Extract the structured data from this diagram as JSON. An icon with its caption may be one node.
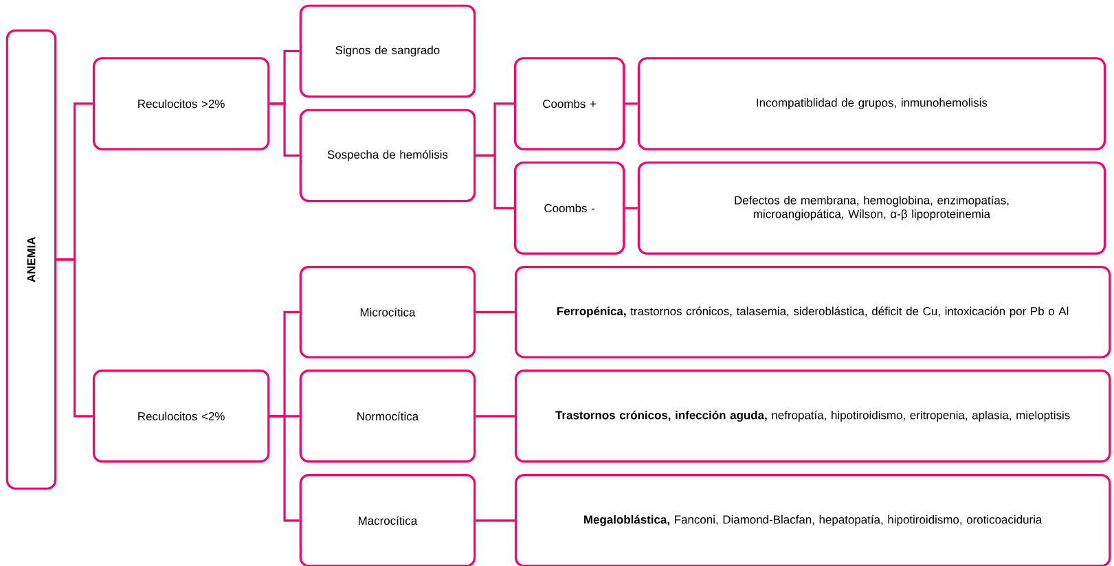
{
  "diagram": {
    "nodes": [
      {
        "text": [
          "ANEMIA"
        ]
      },
      {
        "text": [
          "Reculocitos >2%"
        ]
      },
      {
        "text": [
          "Signos de sangrado"
        ]
      },
      {
        "text": [
          "Sospecha de hemólisis"
        ]
      },
      {
        "text": [
          "Coombs +"
        ]
      },
      {
        "text": [
          "Incompatiblidad de grupos, inmunohemolisis"
        ]
      },
      {
        "text": [
          "Coombs -"
        ]
      },
      {
        "text": [
          "Defectos de membrana, hemoglobina, enzimopatías, microangiopática, Wilson, α-β lipoproteinemia"
        ]
      },
      {
        "text": [
          "Reculocitos <2%"
        ]
      },
      {
        "text": [
          "Microcítica"
        ]
      },
      {
        "text": [
          "**Ferropénica,** trastornos crónicos, talasemia, sideroblástica, déficit de Cu, intoxicación por Pb o Al"
        ]
      },
      {
        "text": [
          "Normocítica"
        ]
      },
      {
        "text": [
          "**Trastornos crónicos, infección aguda,** nefropatía, hipotiroidismo, eritropenia, aplasia, mieloptisis"
        ]
      },
      {
        "text": [
          "Macrocítica"
        ]
      },
      {
        "text": [
          "**Megaloblástica,** Fanconi, Diamond-Blacfan, hepatopatía, hipotiroidismo, oroticoaciduria"
        ]
      }
    ],
    "edges": [
      {
        "from": 0,
        "to": 1,
        "arrow": "none"
      },
      {
        "from": 0,
        "to": 8,
        "arrow": "none"
      },
      {
        "from": 1,
        "to": 2,
        "arrow": "none"
      },
      {
        "from": 1,
        "to": 3,
        "arrow": "none"
      },
      {
        "from": 3,
        "to": 4,
        "arrow": "none"
      },
      {
        "from": 3,
        "to": 6,
        "arrow": "none"
      },
      {
        "from": 4,
        "to": 5,
        "arrow": "none"
      },
      {
        "from": 6,
        "to": 7,
        "arrow": "none"
      },
      {
        "from": 8,
        "to": 9,
        "arrow": "none"
      },
      {
        "from": 8,
        "to": 11,
        "arrow": "none"
      },
      {
        "from": 8,
        "to": 13,
        "arrow": "none"
      },
      {
        "from": 9,
        "to": 10,
        "arrow": "none"
      },
      {
        "from": 11,
        "to": 12,
        "arrow": "none"
      },
      {
        "from": 13,
        "to": 14,
        "arrow": "none"
      }
    ]
  }
}
